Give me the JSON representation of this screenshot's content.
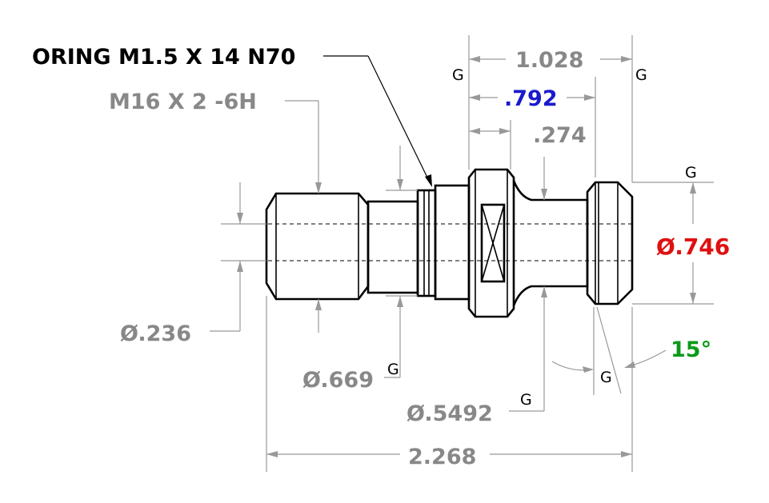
{
  "callouts": {
    "oring": "ORING M1.5 X 14 N70",
    "thread": "M16 X 2 -6H"
  },
  "dimensions": {
    "overall_top": "1.028",
    "mid_blue": ".792",
    "short": ".274",
    "dia_red": "Ø.746",
    "angle_green": "15°",
    "dia_small": "Ø.236",
    "dia_669": "Ø.669",
    "dia_5492": "Ø.5492",
    "overall_bottom": "2.268"
  },
  "datum_marks": {
    "g1": "G",
    "g2": "G",
    "g3": "G",
    "g4": "G",
    "g5": "G",
    "g6": "G"
  },
  "colors": {
    "blue": "#1a1acc",
    "red": "#e01010",
    "green": "#0a9a1a",
    "gray": "#888888"
  }
}
